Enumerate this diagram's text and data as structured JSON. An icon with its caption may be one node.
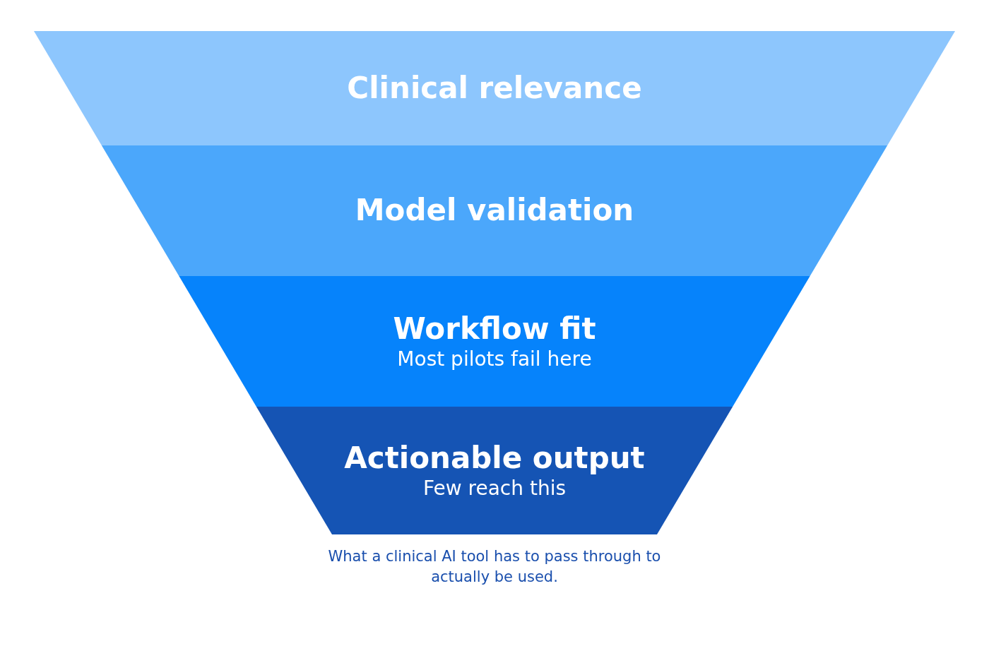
{
  "diagram": {
    "caption": "What a clinical AI tool has to pass through to actually be used.",
    "nodes": [
      {
        "text": [
          "Clinical relevance"
        ]
      },
      {
        "text": [
          "Model validation"
        ]
      },
      {
        "text": [
          "Workflow fit",
          "Most pilots fail here"
        ]
      },
      {
        "text": [
          "Actionable output",
          "Few reach this"
        ]
      }
    ]
  }
}
